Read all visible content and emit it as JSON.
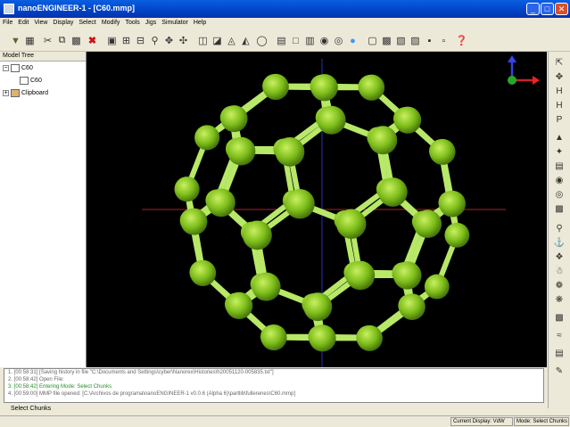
{
  "window": {
    "title": "nanoENGINEER-1 - [C60.mmp]",
    "minimize": "_",
    "maximize": "□",
    "close": "✕"
  },
  "menu": [
    "File",
    "Edit",
    "View",
    "Display",
    "Select",
    "Modify",
    "Tools",
    "Jigs",
    "Simulator",
    "Help"
  ],
  "toolbar_icons": [
    "open-icon",
    "save-icon",
    "cut-icon",
    "copy-icon",
    "paste-icon",
    "delete-icon",
    "zoom-to-fit-icon",
    "zoom-window-icon",
    "zoom-icon",
    "magnify-icon",
    "pan-icon",
    "rotate-icon",
    "view-front-icon",
    "view-back-icon",
    "view-left-icon",
    "view-right-icon",
    "view-iso-icon",
    "display-default-icon",
    "display-invisible-icon",
    "display-lines-icon",
    "display-ball-stick-icon",
    "display-tubes-icon",
    "display-cpk-icon",
    "display-vdw-icon",
    "select-atoms-icon",
    "select-chunks-icon",
    "move-chunks-icon",
    "build-icon",
    "cookie-icon",
    "whats-this-icon"
  ],
  "tree": {
    "header": "Model Tree",
    "items": [
      {
        "label": "C60",
        "level": 0
      },
      {
        "label": "C60",
        "level": 1
      },
      {
        "label": "Clipboard",
        "level": 0
      }
    ]
  },
  "history": [
    "1. [00:58:31] [Saving history in file \"C:\\Documents and Settings\\cyber\\Nanorex\\Histories\\h20051120-005835.txt\"]",
    "2. [00:58:42] Open File:",
    "3. [00:58:42] Entering Mode: Select Chunks",
    "4. [00:59:00] MMP file opened: [C:\\Archivos de programa\\nanoENGINEER-1 v0.0.6 (Alpha 6)\\partlib\\fullerenes\\C60.mmp]"
  ],
  "command_label": "Select Chunks",
  "status": {
    "display": "Current Display: VdW",
    "mode": "Mode: Select Chunks"
  },
  "colors": {
    "atom": "#7dbd1a",
    "bond": "#b8e868",
    "axis_x": "#cc2222",
    "axis_y": "#2aa52a",
    "axis_z": "#3344dd"
  }
}
